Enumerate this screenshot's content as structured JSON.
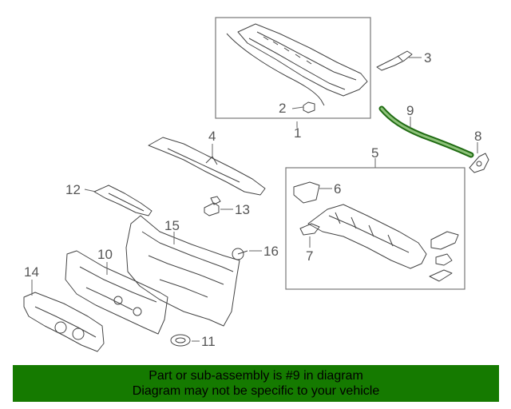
{
  "callouts": [
    "1",
    "2",
    "3",
    "4",
    "5",
    "6",
    "7",
    "8",
    "9",
    "10",
    "11",
    "12",
    "13",
    "14",
    "15",
    "16"
  ],
  "banner": {
    "line1": "Part or sub-assembly is #9 in diagram",
    "line2": "Diagram may not be specific to your vehicle"
  },
  "colors": {
    "banner_bg": "#157a00",
    "highlight_part": "#1f6b12",
    "line": "#444444",
    "label": "#555555"
  }
}
